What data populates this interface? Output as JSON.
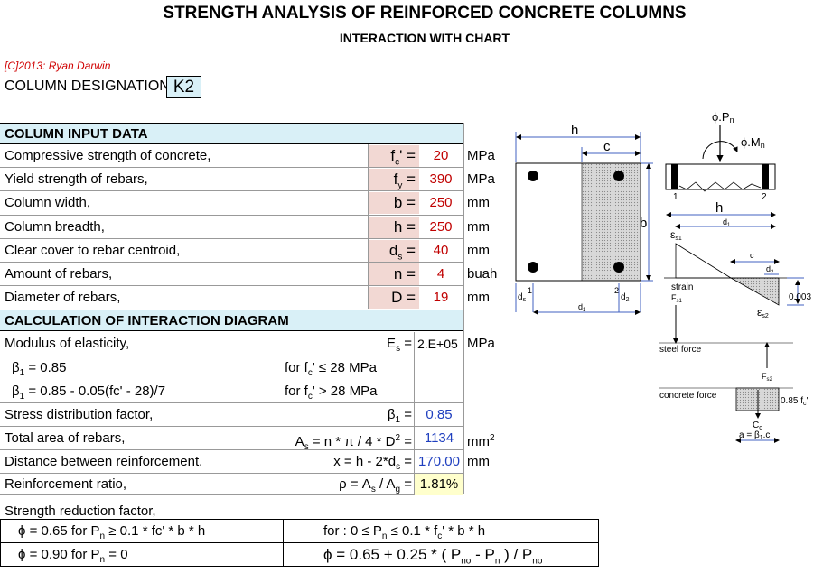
{
  "header": {
    "title": "STRENGTH ANALYSIS OF REINFORCED CONCRETE COLUMNS",
    "subtitle": "INTERACTION WITH CHART",
    "credit": "[C]2013:  Ryan Darwin",
    "designation_label": "COLUMN DESIGNATION",
    "designation_value": "K2"
  },
  "input": {
    "section_title": "COLUMN INPUT DATA",
    "rows": [
      {
        "label": "Compressive strength of concrete,",
        "sym": "f",
        "sub": "c",
        "tail": "' =",
        "value": "20",
        "unit": "MPa"
      },
      {
        "label": "Yield strength of rebars,",
        "sym": "f",
        "sub": "y",
        "tail": " =",
        "value": "390",
        "unit": "MPa"
      },
      {
        "label": "Column width,",
        "sym": "b",
        "sub": "",
        "tail": " =",
        "value": "250",
        "unit": "mm"
      },
      {
        "label": "Column breadth,",
        "sym": "h",
        "sub": "",
        "tail": " =",
        "value": "250",
        "unit": "mm"
      },
      {
        "label": "Clear cover to rebar centroid,",
        "sym": "d",
        "sub": "s",
        "tail": " =",
        "value": "40",
        "unit": "mm"
      },
      {
        "label": "Amount of rebars,",
        "sym": "n",
        "sub": "",
        "tail": " =",
        "value": "4",
        "unit": "buah"
      },
      {
        "label": "Diameter of rebars,",
        "sym": "D",
        "sub": "",
        "tail": " =",
        "value": "19",
        "unit": "mm"
      }
    ]
  },
  "calc": {
    "section_title": "CALCULATION OF INTERACTION DIAGRAM",
    "modulus_label": "Modulus of elasticity,",
    "modulus_sym": "E",
    "modulus_sub": "s",
    "modulus_eq": " =",
    "modulus_value": "2.E+05",
    "modulus_unit": "MPa",
    "beta1_a": "β",
    "beta1_a_sub": "1",
    "beta1_a_eq": " =  0.85",
    "beta1_a_cond": "for f",
    "beta1_a_cond_sub": "c",
    "beta1_a_cond_tail": "' ≤ 28 MPa",
    "beta1_b_eq": " =  0.85 - 0.05(fc' - 28)/7",
    "beta1_b_cond_tail": "' > 28 MPa",
    "stress_label": "Stress distribution factor,",
    "stress_value": "0.85",
    "area_label": "Total area of rebars,",
    "area_formula_a": "A",
    "area_formula_a_sub": "s",
    "area_formula_b": " = n * π / 4 * D",
    "area_formula_sup": "2",
    "area_formula_c": " =",
    "area_value": "1134",
    "area_unit": "mm",
    "area_unit_sup": "2",
    "dist_label": "Distance between reinforcement,",
    "dist_formula_a": "x =  h - 2*d",
    "dist_formula_sub": "s",
    "dist_formula_c": " =",
    "dist_value": "170.00",
    "dist_unit": "mm",
    "ratio_label": "Reinforcement ratio,",
    "ratio_formula_a": "ρ = A",
    "ratio_formula_sub1": "s",
    "ratio_formula_b": " / A",
    "ratio_formula_sub2": "g",
    "ratio_formula_c": " =",
    "ratio_value": "1.81%"
  },
  "reduction": {
    "label": "Strength reduction factor,",
    "row1_phi": "ϕ",
    "row1_eq": " =  0.65   for  P",
    "row1_sub": "n",
    "row1_tail": " ≥ 0.1 * fc' * b * h",
    "row1_right_a": "for :  0  ≤  P",
    "row1_right_sub": "n",
    "row1_right_b": " ≤  0.1 * f",
    "row1_right_sub2": "c",
    "row1_right_c": "' * b * h",
    "row2_eq": " =  0.90   for  P",
    "row2_tail": " = 0",
    "row2_right_a": "ϕ = 0.65 + 0.25 * ( P",
    "row2_right_sub1": "no",
    "row2_right_b": " - P",
    "row2_right_sub2": "n",
    "row2_right_c": " ) / P",
    "row2_right_sub3": "no"
  },
  "diagram": {
    "h": "h",
    "c": "c",
    "b": "b",
    "ds": "d",
    "ds_sub": "s",
    "d1": "d",
    "d1_sub": "1",
    "d2": "d",
    "d2_sub": "2",
    "one": "1",
    "two": "2",
    "phi_pn": "ϕ.P",
    "phi_pn_sub": "n",
    "phi_mn": "ϕ.M",
    "phi_mn_sub": "n",
    "es1": "ε",
    "es1_sub": "s1",
    "es2_sub": "s2",
    "strain": "strain",
    "fs1": "F",
    "fs1_sub": "s1",
    "steel_force": "steel force",
    "fs2_sub": "s2",
    "concrete_force": "concrete force",
    "strain_limit": "0.003",
    "fc_label": "0.85 f",
    "fc_sub": "c",
    "fc_tail": "'",
    "cc": "C",
    "cc_sub": "c",
    "a_eq": "a = β",
    "a_sub": "1",
    "a_tail": ".c"
  }
}
